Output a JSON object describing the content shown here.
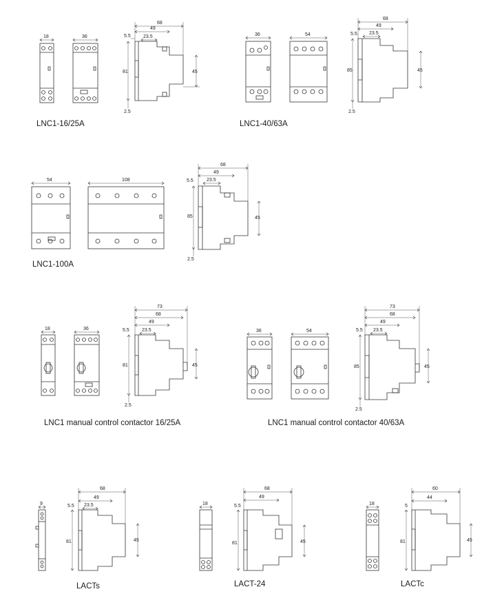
{
  "captions": {
    "lnc1_16_25": "LNC1-16/25A",
    "lnc1_40_63": "LNC1-40/63A",
    "lnc1_100": "LNC1-100A",
    "manual_16_25": "LNC1 manual control contactor 16/25A",
    "manual_40_63": "LNC1 manual control contactor 40/63A",
    "lacts": "LACTs",
    "lact24": "LACT-24",
    "lactc": "LACTc"
  },
  "dims": {
    "g1": {
      "w1": "18",
      "w2": "36",
      "d68": "68",
      "d49": "49",
      "d5": "5.5",
      "d23": "23.5",
      "h81": "81",
      "h45": "45",
      "b25": "2.5"
    },
    "g2": {
      "w1": "36",
      "w2": "54",
      "d68": "68",
      "d49": "49",
      "d5": "5.5",
      "d23": "23.5",
      "h85": "85",
      "h45": "45",
      "b25": "2.5"
    },
    "g3": {
      "w1": "54",
      "w2": "108",
      "d68": "68",
      "d49": "49",
      "d5": "5.5",
      "d23": "23.5",
      "h85": "85",
      "h45": "45",
      "b25": "2.5"
    },
    "g4": {
      "w1": "18",
      "w2": "36",
      "d73": "73",
      "d68": "68",
      "d49": "49",
      "d5": "5.5",
      "d23": "23.5",
      "h81": "81",
      "h45": "45",
      "b25": "2.5"
    },
    "g5": {
      "w1": "36",
      "w2": "54",
      "d73": "73",
      "d68": "68",
      "d49": "49",
      "d5": "5.5",
      "d23": "23.5",
      "h85": "85",
      "h45": "45",
      "b25": "2.5"
    },
    "g6": {
      "w1": "9",
      "d68": "68",
      "d49": "49",
      "d5": "5.5",
      "d23": "23.5",
      "h81": "81",
      "h45": "45"
    },
    "g7": {
      "w1": "18",
      "d68": "68",
      "d49": "49",
      "d5": "5.5",
      "h81": "81",
      "h45": "45"
    },
    "g8": {
      "w1": "18",
      "d60": "60",
      "d44": "44",
      "d5": "5",
      "h81": "81",
      "h45": "45"
    }
  }
}
